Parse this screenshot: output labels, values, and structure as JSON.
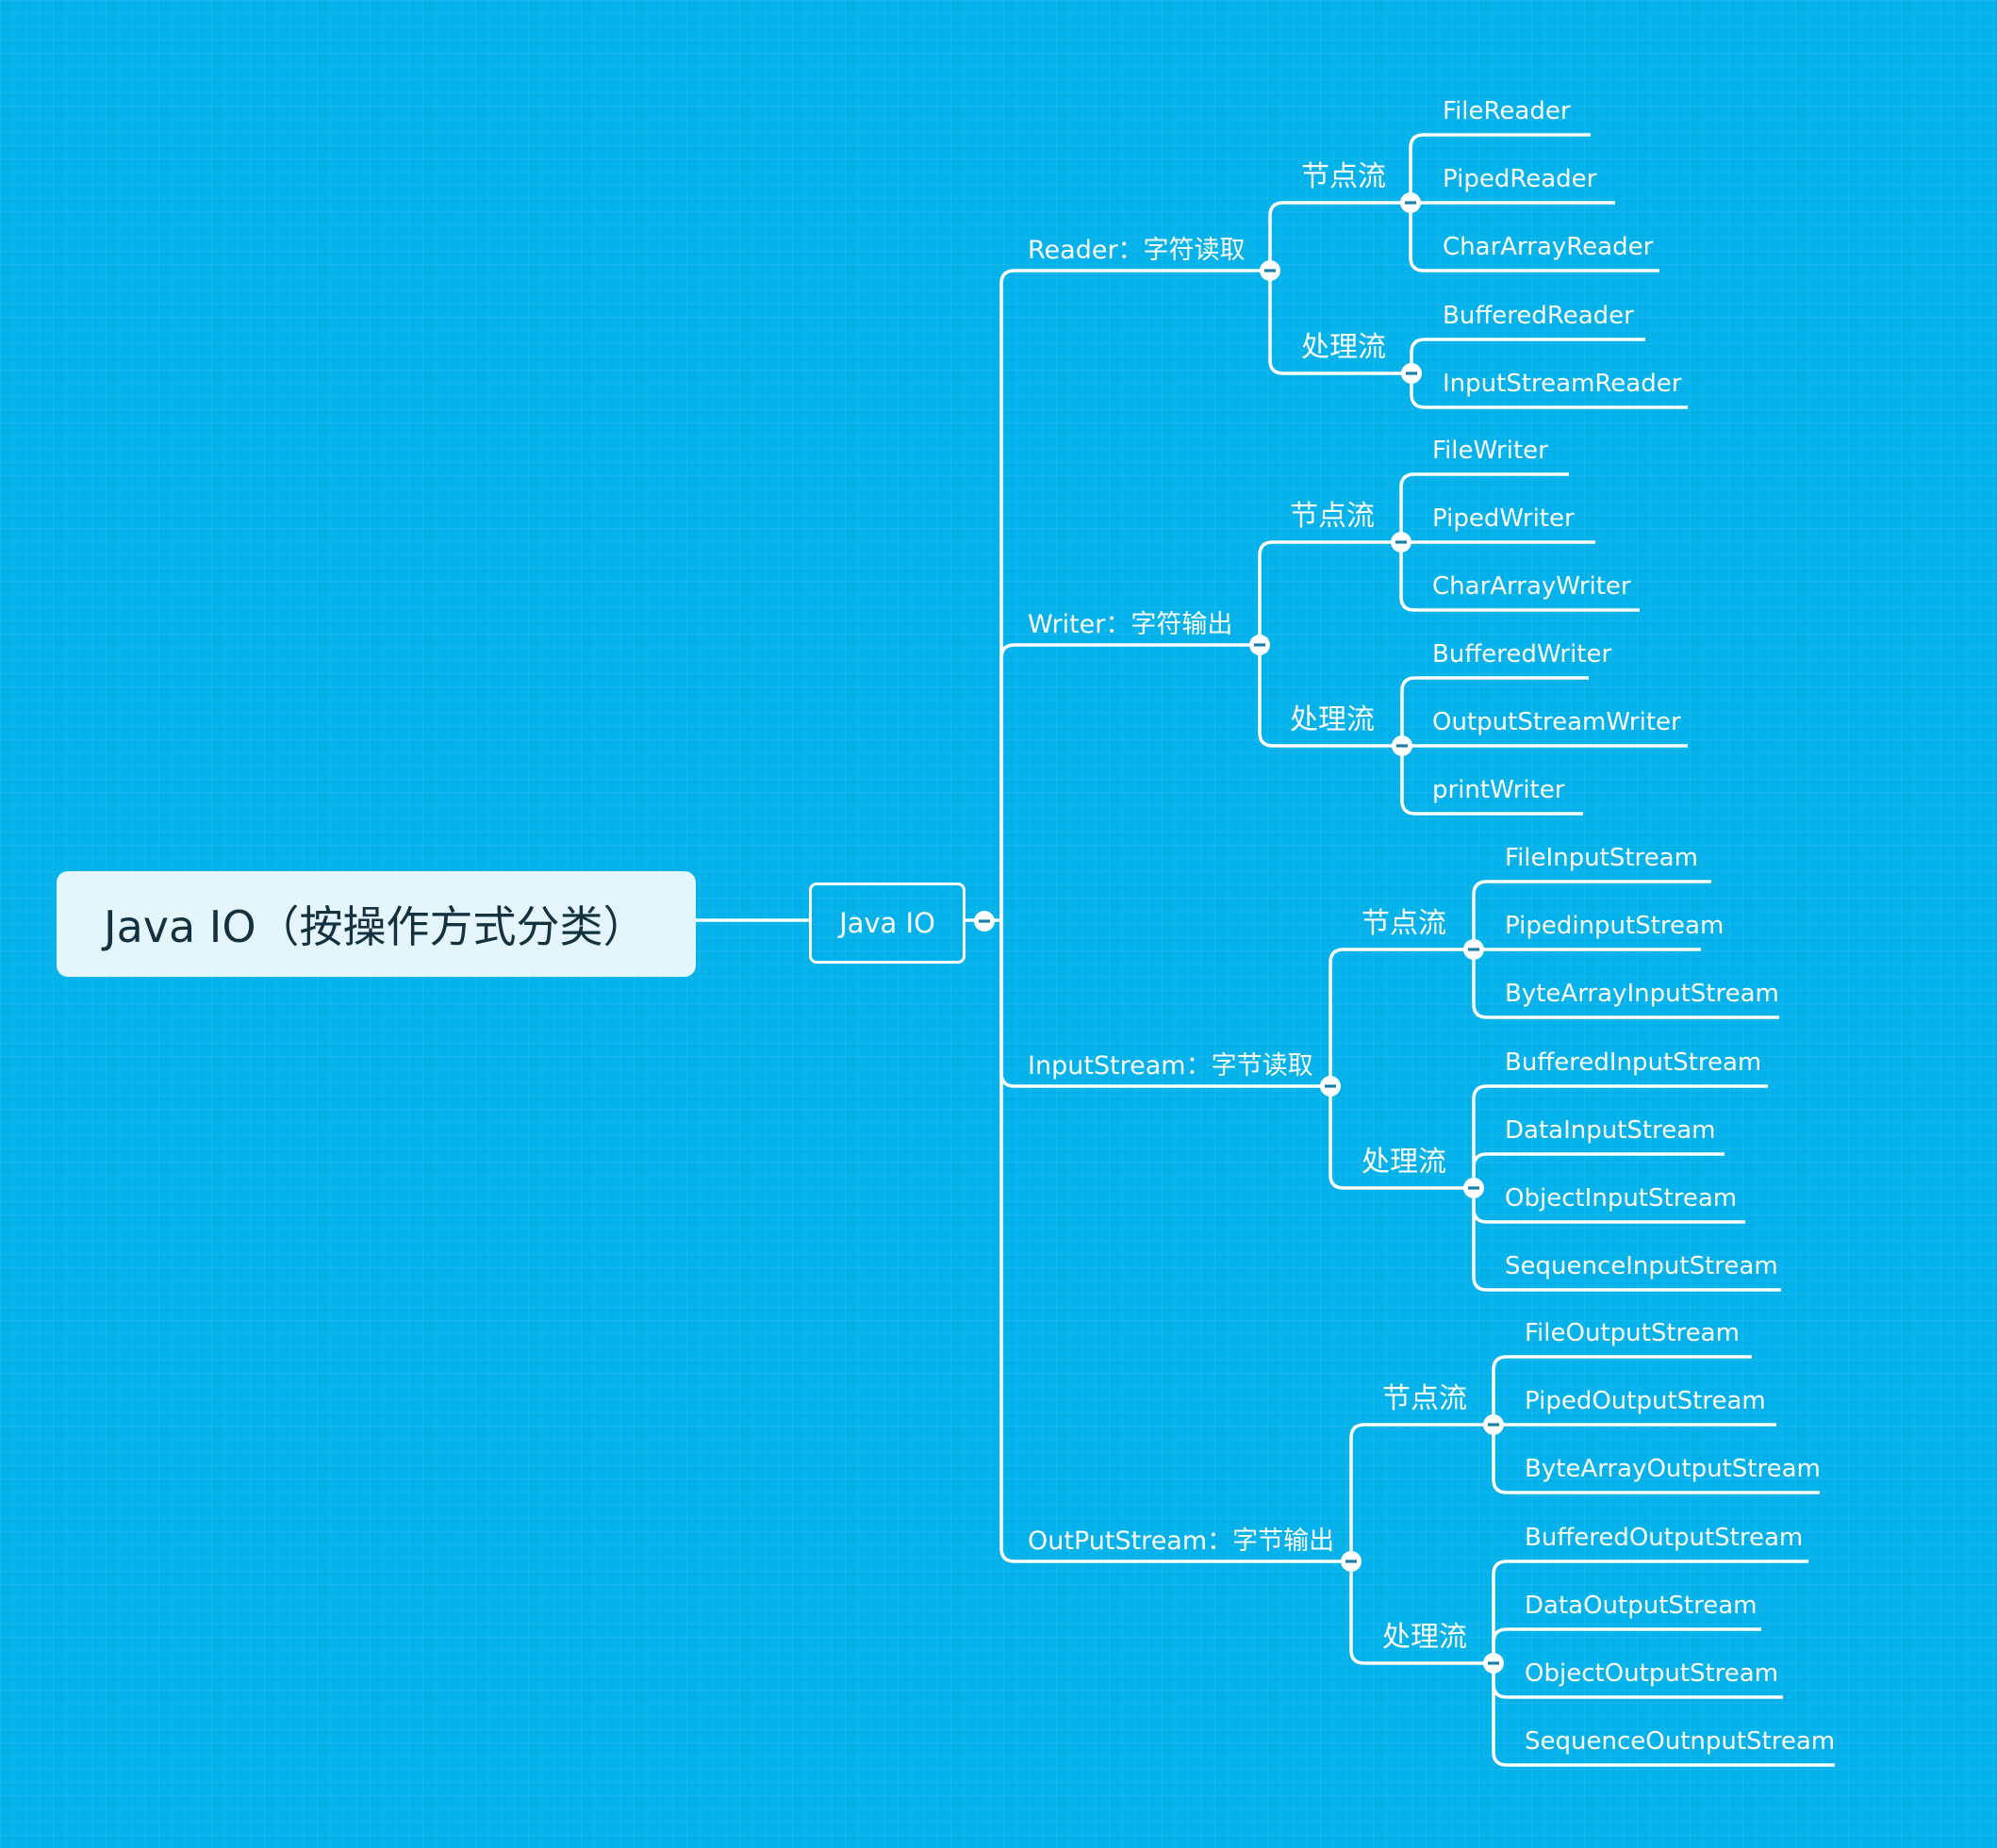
{
  "root": {
    "title": "Java IO（按操作方式分类）"
  },
  "center": {
    "title": "Java IO"
  },
  "branches": [
    {
      "label": "Reader：字符读取",
      "groups": [
        {
          "label": "节点流",
          "leaves": [
            "FileReader",
            "PipedReader",
            "CharArrayReader"
          ]
        },
        {
          "label": "处理流",
          "leaves": [
            "BufferedReader",
            "InputStreamReader"
          ]
        }
      ]
    },
    {
      "label": "Writer：字符输出",
      "groups": [
        {
          "label": "节点流",
          "leaves": [
            "FileWriter",
            "PipedWriter",
            "CharArrayWriter"
          ]
        },
        {
          "label": "处理流",
          "leaves": [
            "BufferedWriter",
            "OutputStreamWriter",
            "printWriter"
          ]
        }
      ]
    },
    {
      "label": "InputStream：字节读取",
      "groups": [
        {
          "label": "节点流",
          "leaves": [
            "FileInputStream",
            "PipedinputStream",
            "ByteArrayInputStream"
          ]
        },
        {
          "label": "处理流",
          "leaves": [
            "BufferedInputStream",
            "DataInputStream",
            "ObjectInputStream",
            "SequenceInputStream"
          ]
        }
      ]
    },
    {
      "label": "OutPutStream：字节输出",
      "groups": [
        {
          "label": "节点流",
          "leaves": [
            "FileOutputStream",
            "PipedOutputStream",
            "ByteArrayOutputStream"
          ]
        },
        {
          "label": "处理流",
          "leaves": [
            "BufferedOutputStream",
            "DataOutputStream",
            "ObjectOutputStream",
            "SequenceOutnputStream"
          ]
        }
      ]
    }
  ]
}
